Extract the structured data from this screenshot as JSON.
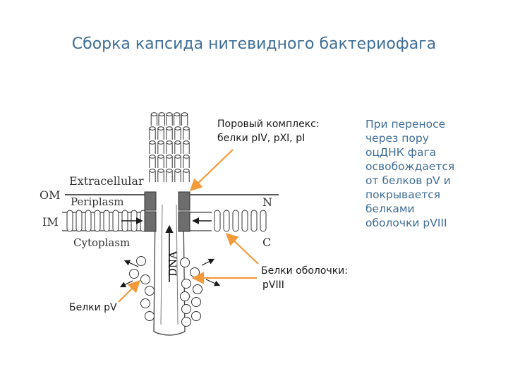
{
  "title": "Сборка капсида нитевидного бактериофага",
  "pore_label": {
    "line1": "Поровый комплекс:",
    "line2": "белки pIV, pXI, pI"
  },
  "coat_label": {
    "line1": "Белки оболочки:",
    "line2": "pVIII"
  },
  "pv_label": "Белки pV",
  "side_text": [
    "При переносе",
    "через пору",
    "оцДНК фага",
    "освобождается",
    "от белков pV и",
    "покрывается",
    "белками",
    "оболочки pVIII"
  ],
  "diagram": {
    "extracellular": "Extracellular",
    "om": "OM",
    "periplasm": "Periplasm",
    "im": "IM",
    "cytoplasm": "Cytoplasm",
    "dna": "DNA",
    "n": "N",
    "c": "C"
  },
  "colors": {
    "accent": "#3f6d96",
    "arrow": "#f39a3a",
    "membrane": "#5a5a5a",
    "pore": "#6d6d6d"
  }
}
